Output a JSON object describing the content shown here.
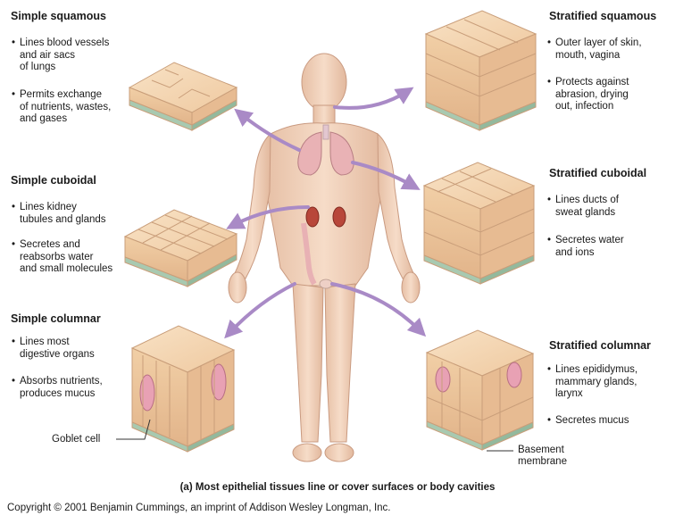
{
  "tissues": [
    {
      "title": "Simple squamous",
      "points": [
        "Lines blood vessels\nand air sacs\nof lungs",
        "Permits exchange\nof nutrients, wastes,\nand gases"
      ]
    },
    {
      "title": "Simple cuboidal",
      "points": [
        "Lines kidney\ntubules and glands",
        "Secretes and\nreabsorbs water\nand small molecules"
      ]
    },
    {
      "title": "Simple columnar",
      "points": [
        "Lines most\ndigestive organs",
        "Absorbs nutrients,\nproduces mucus"
      ]
    },
    {
      "title": "Stratified squamous",
      "points": [
        "Outer layer of skin,\nmouth, vagina",
        "Protects against\nabrasion, drying\nout, infection"
      ]
    },
    {
      "title": "Stratified cuboidal",
      "points": [
        "Lines ducts of\nsweat glands",
        "Secretes water\nand ions"
      ]
    },
    {
      "title": "Stratified columnar",
      "points": [
        "Lines epididymus,\nmammary glands,\nlarynx",
        "Secretes mucus"
      ]
    }
  ],
  "labels": {
    "goblet_cell": "Goblet  cell",
    "basement_membrane": "Basement\nmembrane"
  },
  "caption": "(a) Most epithelial tissues line or cover surfaces or body cavities",
  "copyright": "Copyright © 2001 Benjamin Cummings, an imprint of Addison Wesley Longman, Inc.",
  "colors": {
    "arrow": "#a98ac6",
    "skin": "#f1d2bb",
    "tissue": "#f3cfa8",
    "tissue_stroke": "#c99e7a",
    "basement": "#a8c9b0",
    "organ": "#e8b1b4",
    "kidney": "#b8473a"
  }
}
